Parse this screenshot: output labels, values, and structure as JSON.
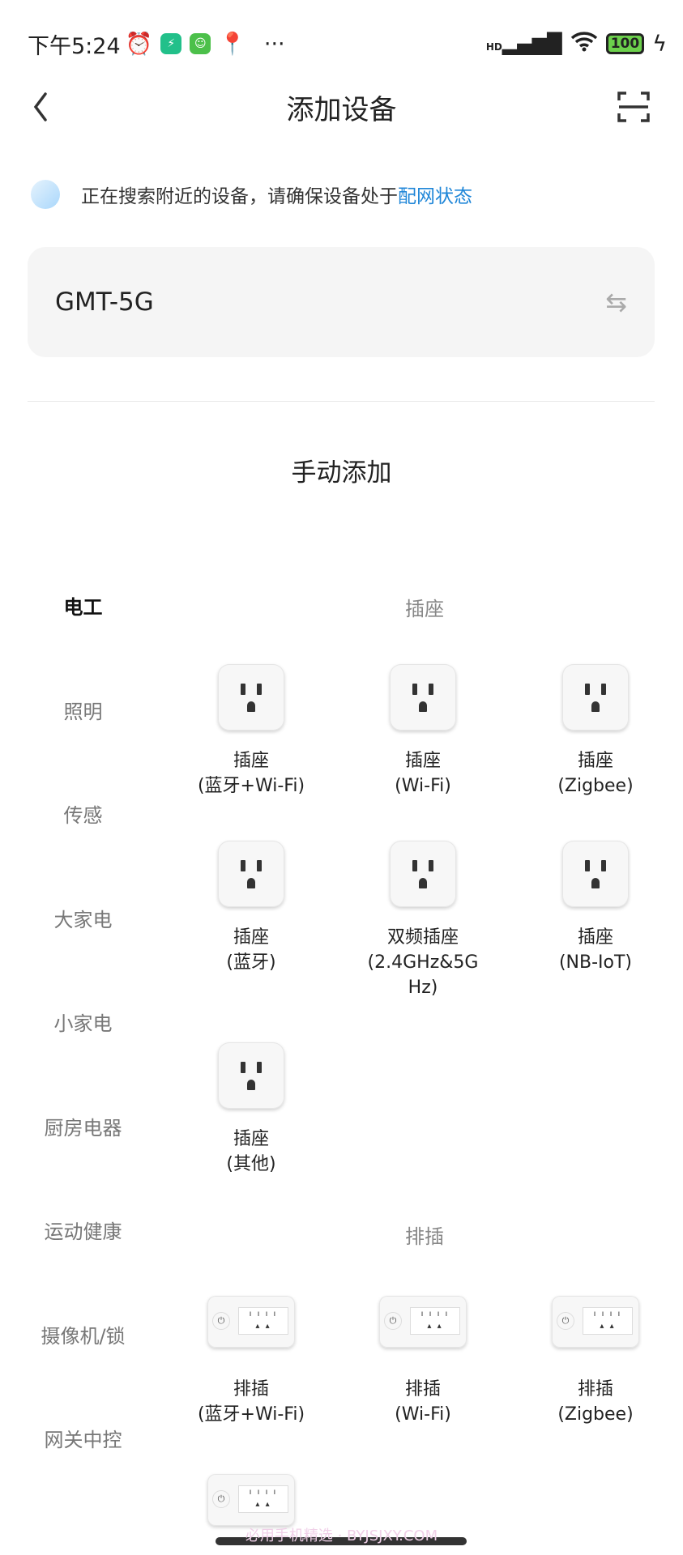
{
  "status_bar": {
    "time": "下午5:24",
    "more": "···",
    "signal_label": "HD",
    "battery": "100",
    "icons": [
      "alarm-icon",
      "security-app-icon",
      "green-app-icon",
      "map-app-icon",
      "signal-icon",
      "wifi-icon",
      "battery-icon",
      "charging-icon"
    ]
  },
  "header": {
    "title": "添加设备",
    "back_icon": "chevron-left-icon",
    "scan_icon": "scan-icon"
  },
  "search_hint": {
    "text": "正在搜索附近的设备，请确保设备处于",
    "link": "配网状态",
    "link_color": "#1f86d8"
  },
  "wifi": {
    "ssid": "GMT-5G",
    "swap_icon": "swap-icon"
  },
  "manual": {
    "title": "手动添加"
  },
  "sidebar": {
    "items": [
      {
        "label": "电工",
        "active": true
      },
      {
        "label": "照明"
      },
      {
        "label": "传感"
      },
      {
        "label": "大家电"
      },
      {
        "label": "小家电"
      },
      {
        "label": "厨房电器"
      },
      {
        "label": "运动健康"
      },
      {
        "label": "摄像机/锁"
      },
      {
        "label": "网关中控"
      }
    ]
  },
  "sections": [
    {
      "title": "插座",
      "devices": [
        {
          "name": "插座",
          "sub": "(蓝牙+Wi-Fi)"
        },
        {
          "name": "插座",
          "sub": "(Wi-Fi)"
        },
        {
          "name": "插座",
          "sub": "(Zigbee)"
        },
        {
          "name": "插座",
          "sub": "(蓝牙)"
        },
        {
          "name": "双频插座",
          "sub": "(2.4GHz&5G",
          "sub2": "Hz)"
        },
        {
          "name": "插座",
          "sub": "(NB-IoT)"
        },
        {
          "name": "插座",
          "sub": "(其他)"
        }
      ]
    },
    {
      "title": "排插",
      "devices": [
        {
          "name": "排插",
          "sub": "(蓝牙+Wi-Fi)"
        },
        {
          "name": "排插",
          "sub": "(Wi-Fi)"
        },
        {
          "name": "排插",
          "sub": "(Zigbee)"
        },
        {
          "name": "",
          "sub": ""
        }
      ]
    }
  ],
  "watermark": "必用手机精选 · BYJSJXY.COM"
}
